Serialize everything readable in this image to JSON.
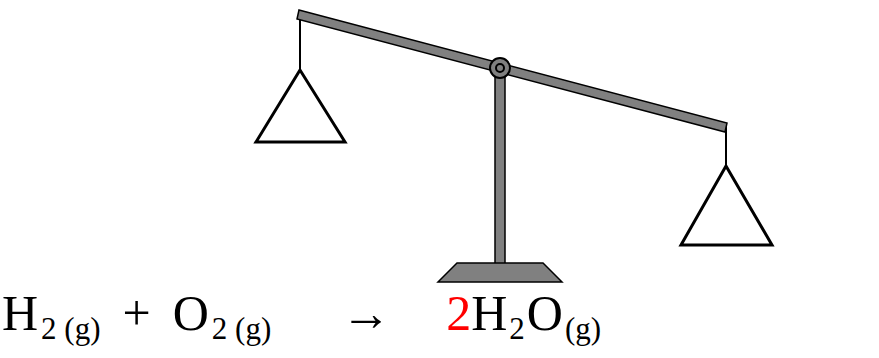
{
  "diagram": {
    "labels": [
      "H",
      "2 (g)",
      "+",
      "O",
      "2 (g)",
      "→",
      "2",
      "H",
      "2",
      "O",
      "(g)"
    ]
  }
}
